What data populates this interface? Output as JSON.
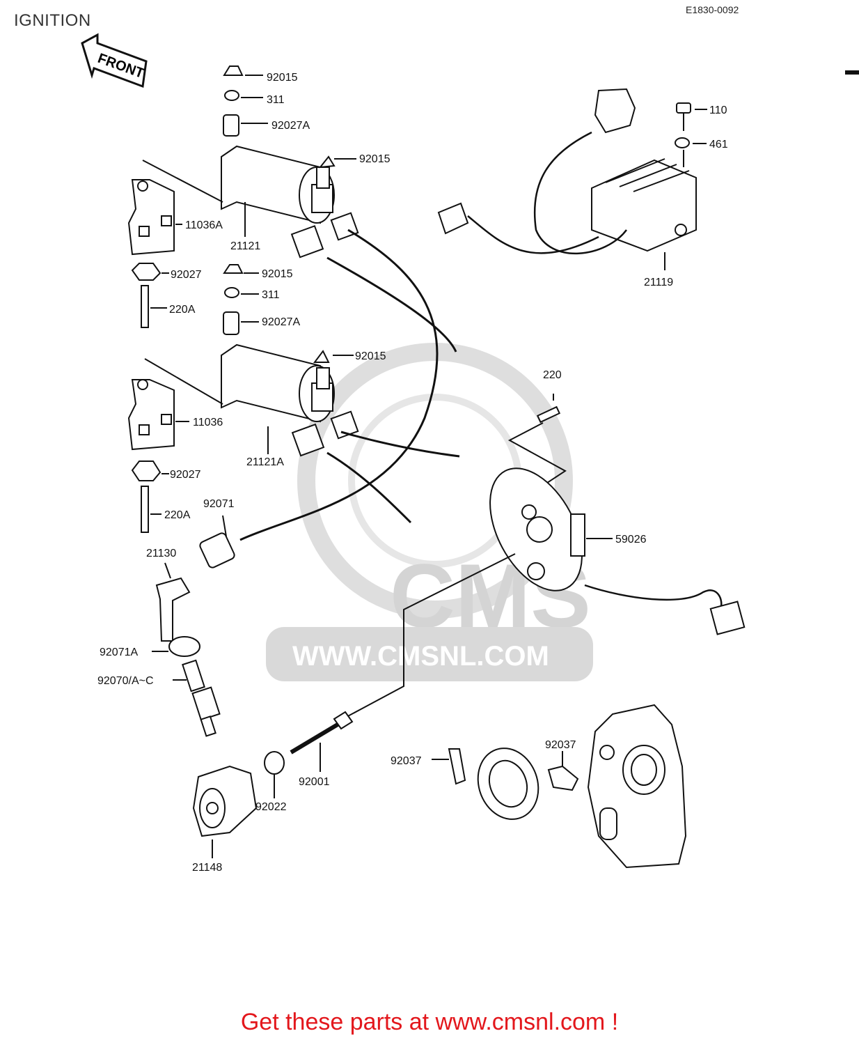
{
  "header": {
    "title": "IGNITION",
    "diagram_code": "E1830-0092"
  },
  "front_arrow": {
    "label": "FRONT"
  },
  "watermark": {
    "logo_text": "CMS",
    "site_text": "WWW.CMSNL.COM"
  },
  "parts": {
    "p92015a": "92015",
    "p311a": "311",
    "p92027Aa": "92027A",
    "p92015b": "92015",
    "p11036A": "11036A",
    "p21121": "21121",
    "p92027a": "92027",
    "p92015c": "92015",
    "p311b": "311",
    "p220Aa": "220A",
    "p92027Ab": "92027A",
    "p92015d": "92015",
    "p11036": "11036",
    "p21121A": "21121A",
    "p92027b": "92027",
    "p220Ab": "220A",
    "p92071": "92071",
    "p21130": "21130",
    "p92071A": "92071A",
    "p92070": "92070/A~C",
    "p110": "110",
    "p461": "461",
    "p21119": "21119",
    "p220": "220",
    "p59026": "59026",
    "p92037a": "92037",
    "p92037b": "92037",
    "p92001": "92001",
    "p92022": "92022",
    "p21148": "21148"
  },
  "footer": {
    "text": "Get these parts at www.cmsnl.com !"
  }
}
